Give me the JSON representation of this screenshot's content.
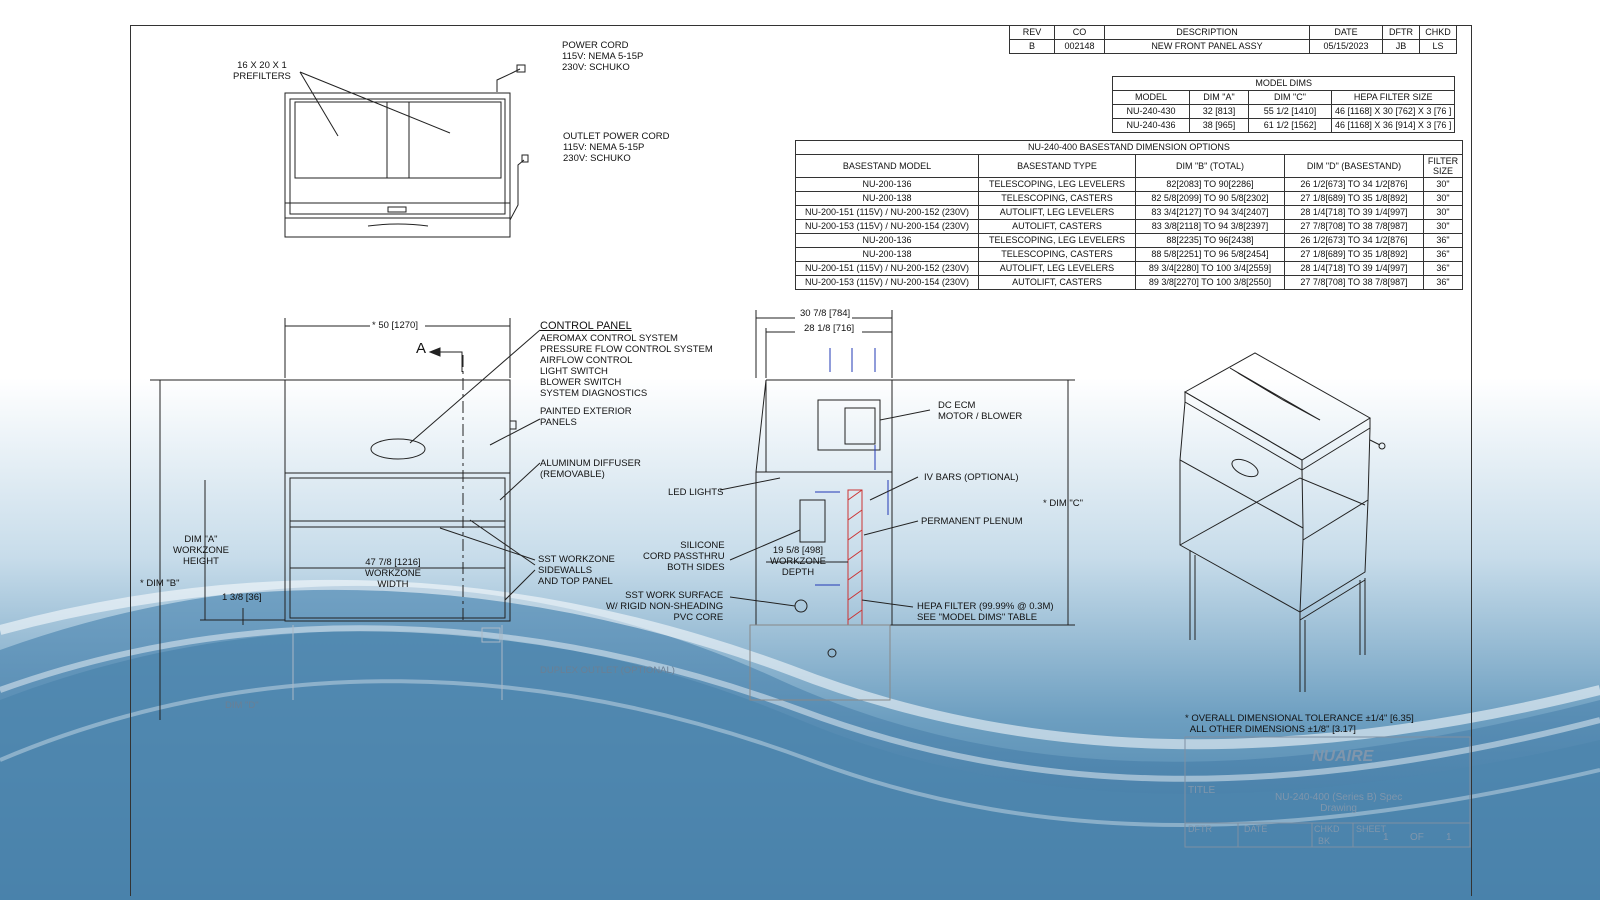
{
  "revision_table": {
    "headers": [
      "REV",
      "CO",
      "DESCRIPTION",
      "DATE",
      "DFTR",
      "CHKD"
    ],
    "rows": [
      [
        "B",
        "002148",
        "NEW FRONT PANEL ASSY",
        "05/15/2023",
        "JB",
        "LS"
      ]
    ]
  },
  "model_dims": {
    "title": "MODEL DIMS",
    "headers": [
      "MODEL",
      "DIM \"A\"",
      "DIM \"C\"",
      "HEPA FILTER SIZE"
    ],
    "rows": [
      [
        "NU-240-430",
        "32 [813]",
        "55 1/2 [1410]",
        "46 [1168] X 30 [762] X 3 [76 ]"
      ],
      [
        "NU-240-436",
        "38 [965]",
        "61 1/2 [1562]",
        "46 [1168] X 36 [914] X 3 [76 ]"
      ]
    ]
  },
  "basestand": {
    "title": "NU-240-400 BASESTAND DIMENSION OPTIONS",
    "headers": [
      "BASESTAND MODEL",
      "BASESTAND TYPE",
      "DIM \"B\" (TOTAL)",
      "DIM \"D\" (BASESTAND)",
      "FILTER SIZE"
    ],
    "rows": [
      [
        "NU-200-136",
        "TELESCOPING, LEG LEVELERS",
        "82[2083] TO 90[2286]",
        "26 1/2[673] TO 34 1/2[876]",
        "30\""
      ],
      [
        "NU-200-138",
        "TELESCOPING, CASTERS",
        "82 5/8[2099] TO 90 5/8[2302]",
        "27 1/8[689] TO 35 1/8[892]",
        "30\""
      ],
      [
        "NU-200-151 (115V) / NU-200-152 (230V)",
        "AUTOLIFT, LEG LEVELERS",
        "83 3/4[2127] TO 94 3/4[2407]",
        "28 1/4[718] TO 39 1/4[997]",
        "30\""
      ],
      [
        "NU-200-153 (115V) / NU-200-154 (230V)",
        "AUTOLIFT, CASTERS",
        "83 3/8[2118] TO 94 3/8[2397]",
        "27 7/8[708] TO 38 7/8[987]",
        "30\""
      ],
      [
        "NU-200-136",
        "TELESCOPING, LEG LEVELERS",
        "88[2235] TO 96[2438]",
        "26 1/2[673] TO 34 1/2[876]",
        "36\""
      ],
      [
        "NU-200-138",
        "TELESCOPING, CASTERS",
        "88 5/8[2251] TO 96 5/8[2454]",
        "27 1/8[689] TO 35 1/8[892]",
        "36\""
      ],
      [
        "NU-200-151 (115V) / NU-200-152 (230V)",
        "AUTOLIFT, LEG LEVELERS",
        "89 3/4[2280] TO 100 3/4[2559]",
        "28 1/4[718] TO 39 1/4[997]",
        "36\""
      ],
      [
        "NU-200-153 (115V) / NU-200-154 (230V)",
        "AUTOLIFT, CASTERS",
        "89 3/8[2270] TO 100 3/8[2550]",
        "27 7/8[708] TO 38 7/8[987]",
        "36\""
      ]
    ]
  },
  "top_view": {
    "prefilters": "16 X 20 X 1\nPREFILTERS",
    "power_cord": "POWER CORD\n115V: NEMA 5-15P\n230V: SCHUKO",
    "outlet_power_cord": "OUTLET POWER CORD\n115V: NEMA 5-15P\n230V: SCHUKO"
  },
  "front_view": {
    "width_dim": "* 50 [1270]",
    "section_mark": "A",
    "control_panel_title": "CONTROL PANEL",
    "control_panel_items": "AEROMAX CONTROL SYSTEM\nPRESSURE FLOW CONTROL SYSTEM\nAIRFLOW CONTROL\nLIGHT SWITCH\nBLOWER SWITCH\nSYSTEM DIAGNOSTICS",
    "painted_panels": "PAINTED EXTERIOR\nPANELS",
    "diffuser": "ALUMINUM DIFFUSER\n(REMOVABLE)",
    "dim_a": "DIM \"A\"\nWORKZONE\nHEIGHT",
    "dim_b": "* DIM \"B\"",
    "workzone_width": "47 7/8 [1216]\nWORKZONE\nWIDTH",
    "offset": "1 3/8 [36]",
    "sst_sidewalls": "SST WORKZONE\nSIDEWALLS\nAND TOP PANEL",
    "duplex_outlet": "DUPLEX OUTLET (OPTIONAL)",
    "dim_d": "DIM \"D\""
  },
  "side_view": {
    "depth_total": "30 7/8 [784]",
    "depth_inner": "28 1/8 [716]",
    "motor": "DC ECM\nMOTOR / BLOWER",
    "led": "LED LIGHTS",
    "iv_bars": "IV BARS (OPTIONAL)",
    "plenum": "PERMANENT PLENUM",
    "silicone": "SILICONE\nCORD PASSTHRU\nBOTH SIDES",
    "workzone_depth": "19 5/8 [498]\nWORKZONE\nDEPTH",
    "dim_c": "* DIM \"C\"",
    "sst_surface": "SST WORK SURFACE\nW/ RIGID NON-SHEADING\nPVC CORE",
    "hepa": "HEPA FILTER (99.99% @ 0.3M)\nSEE \"MODEL DIMS\" TABLE"
  },
  "tolerance": "* OVERALL DIMENSIONAL TOLERANCE ±1/4\" [6.35]\n  ALL OTHER DIMENSIONS ±1/8\" [3.17]",
  "title_block": {
    "logo": "NUAIRE",
    "title_label": "TITLE",
    "title": "NU-240-400 (Series B) Spec\nDrawing",
    "dftr_label": "DFTR",
    "date_label": "DATE",
    "chkd_label": "CHKD",
    "chkd_value": "BK",
    "sheet_label": "SHEET",
    "sheet_num": "1",
    "of_label": "OF",
    "sheet_total": "1"
  }
}
